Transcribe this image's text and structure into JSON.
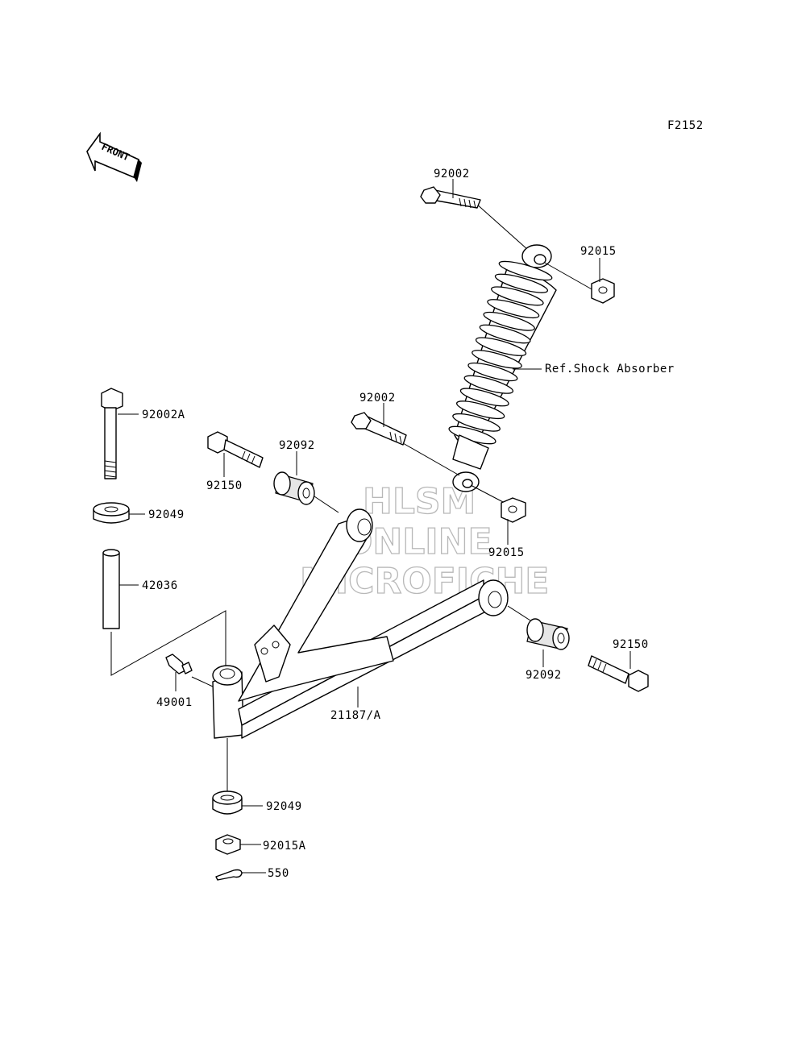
{
  "figure_code": "F2152",
  "front_arrow": {
    "text": "FRONT"
  },
  "watermark": {
    "line1": "HLSM",
    "line2": "ONLINE",
    "line3": "MICROFICHE"
  },
  "callouts": [
    {
      "id": "c1",
      "label": "92002"
    },
    {
      "id": "c2",
      "label": "92015"
    },
    {
      "id": "c3",
      "label": "Ref.Shock Absorber"
    },
    {
      "id": "c4",
      "label": "92002"
    },
    {
      "id": "c5",
      "label": "92002A"
    },
    {
      "id": "c6",
      "label": "92092"
    },
    {
      "id": "c7",
      "label": "92150"
    },
    {
      "id": "c8",
      "label": "92049"
    },
    {
      "id": "c9",
      "label": "92015"
    },
    {
      "id": "c10",
      "label": "42036"
    },
    {
      "id": "c11",
      "label": "92150"
    },
    {
      "id": "c12",
      "label": "92092"
    },
    {
      "id": "c13",
      "label": "49001"
    },
    {
      "id": "c14",
      "label": "21187/A"
    },
    {
      "id": "c15",
      "label": "92049"
    },
    {
      "id": "c16",
      "label": "92015A"
    },
    {
      "id": "c17",
      "label": "550"
    }
  ]
}
